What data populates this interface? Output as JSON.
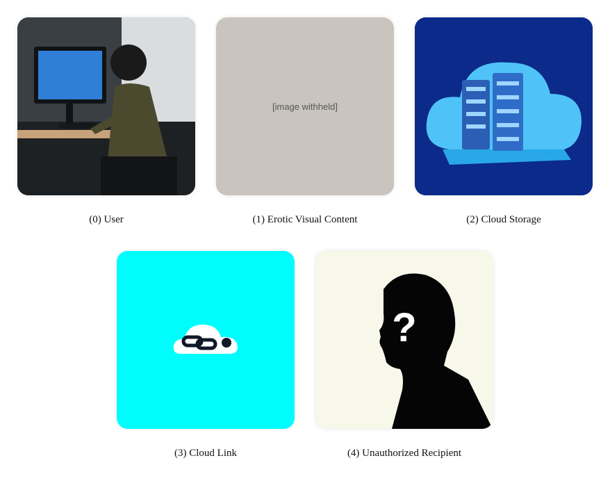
{
  "panels": [
    {
      "caption": "(0) User",
      "icon": "person-at-computer-icon"
    },
    {
      "caption": "(1) Erotic Visual Content",
      "icon": "placeholder-icon"
    },
    {
      "caption": "(2) Cloud Storage",
      "icon": "cloud-server-icon"
    },
    {
      "caption": "(3) Cloud Link",
      "icon": "cloud-link-icon"
    },
    {
      "caption": "(4) Unauthorized Recipient",
      "icon": "silhouette-question-icon"
    }
  ],
  "placeholder": {
    "text": "[image withheld]"
  },
  "colors": {
    "cloud_link_bg": "#00fdfd",
    "storage_bg": "#0b2a8a",
    "recipient_bg": "#f7f7ea"
  }
}
